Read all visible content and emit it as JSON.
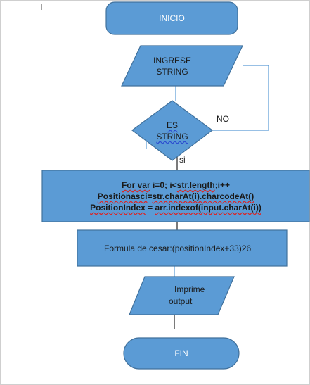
{
  "colors": {
    "fill": "#5b9bd5",
    "stroke": "#41719c",
    "connector": "#5b9bd5",
    "text_dark": "#1a1a1a"
  },
  "nodes": {
    "start": {
      "label": "INICIO"
    },
    "input": {
      "line1": "INGRESE",
      "line2": "STRING"
    },
    "decision": {
      "line1": "ES",
      "line2": "STRING"
    },
    "loop": {
      "line1_a": "For var",
      "line1_b": " i=0; i<",
      "line1_c": "str.length",
      "line1_d": ";i++",
      "line2_a": "Positionasci",
      "line2_b": "=",
      "line2_c": "str.charAt(i).charcodeAt()",
      "line3_a": "PositionIndex",
      "line3_b": " = ",
      "line3_c": "arr.indexof(input.charAt(i))"
    },
    "formula": {
      "label": "Formula de cesar:(positionIndex+33)26"
    },
    "output": {
      "line1": "Imprime",
      "line2": "output"
    },
    "end": {
      "label": "FIN"
    }
  },
  "edges": {
    "no_label": "NO",
    "yes_label": "si"
  },
  "cursor": {
    "glyph": "I"
  }
}
